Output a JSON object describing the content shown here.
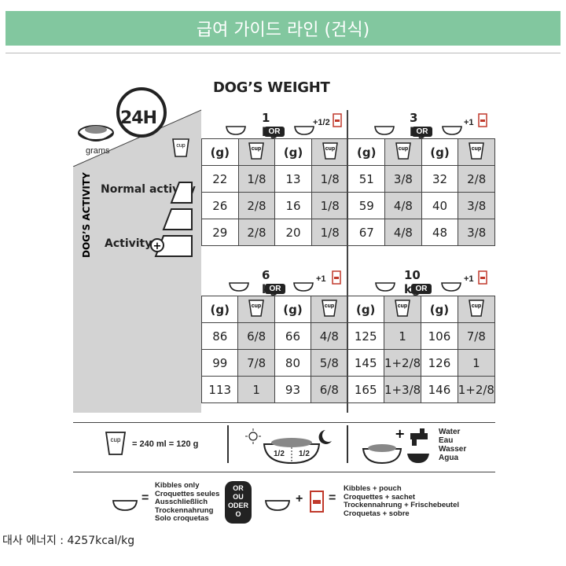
{
  "banner": {
    "title": "급여 가이드 라인 (건식)"
  },
  "header": {
    "weight_title": "DOG’S WEIGHT",
    "clock_label": "24H",
    "grams_label": "grams",
    "cup_label": "cup"
  },
  "activity": {
    "vertical_label": "DOG’S ACTIVITY",
    "normal": "Normal activity",
    "active": "Activity"
  },
  "blocks": [
    {
      "weight": "1 kg",
      "or": "OR",
      "pouch": "+1/2"
    },
    {
      "weight": "3 kg",
      "or": "OR",
      "pouch": "+1"
    },
    {
      "weight": "6 kg",
      "or": "OR",
      "pouch": "+1"
    },
    {
      "weight": "10 kg",
      "or": "OR",
      "pouch": "+1"
    }
  ],
  "table_headers": [
    "(g)",
    "cup",
    "(g)",
    "cup"
  ],
  "rows_top": [
    [
      "22",
      "1/8",
      "13",
      "1/8",
      "51",
      "3/8",
      "32",
      "2/8"
    ],
    [
      "26",
      "2/8",
      "16",
      "1/8",
      "59",
      "4/8",
      "40",
      "3/8"
    ],
    [
      "29",
      "2/8",
      "20",
      "1/8",
      "67",
      "4/8",
      "48",
      "3/8"
    ]
  ],
  "rows_bottom": [
    [
      "86",
      "6/8",
      "66",
      "4/8",
      "125",
      "1",
      "106",
      "7/8"
    ],
    [
      "99",
      "7/8",
      "80",
      "5/8",
      "145",
      "1+2/8",
      "126",
      "1"
    ],
    [
      "113",
      "1",
      "93",
      "6/8",
      "165",
      "1+3/8",
      "146",
      "1+2/8"
    ]
  ],
  "legend": {
    "cup_eq": "= 240 ml = 120 g",
    "half1": "1/2",
    "half2": "1/2",
    "water": [
      "Water",
      "Eau",
      "Wasser",
      "Agua"
    ],
    "kibbles_only": [
      "Kibbles only",
      "Croquettes seules",
      "Ausschließlich",
      "Trockennahrung",
      "Solo croquetas"
    ],
    "or_words": [
      "OR",
      "OU",
      "ODER",
      "O"
    ],
    "kibbles_pouch": [
      "Kibbles + pouch",
      "Croquettes + sachet",
      "Trockennahrung + Frischebeutel",
      "Croquetas + sobre"
    ],
    "equals": "=",
    "plus": "+"
  },
  "footer": {
    "energy": "대사 에너지 : 4257kcal/kg"
  }
}
